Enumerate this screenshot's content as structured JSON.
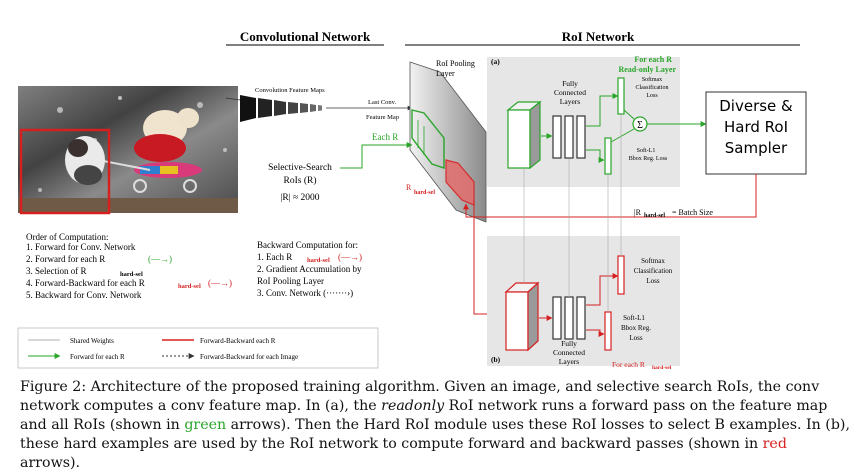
{
  "headers": {
    "conv_network": "Convolutional Network",
    "roi_network": "RoI Network"
  },
  "labels": {
    "conv_feature_maps": "Convolution Feature Maps",
    "last_conv_1": "Last Conv.",
    "last_conv_2": "Feature Map",
    "roi_pool_1": "RoI Pooling",
    "roi_pool_2": "Layer",
    "each_r": "Each R",
    "ss_1": "Selective-Search",
    "ss_2": "RoIs (R)",
    "ss_3": "|R| ≈ 2000",
    "r_hard_sel": "R",
    "r_hard_sel_sub": "hard-sel",
    "panel_a": "(a)",
    "panel_b": "(b)",
    "for_each_r": "For each R",
    "readonly_layer": "Read-only Layer",
    "fc_a_1": "Fully",
    "fc_a_2": "Connected",
    "fc_a_3": "Layers",
    "softmax_a_1": "Softmax",
    "softmax_a_2": "Classification",
    "softmax_a_3": "Loss",
    "softl1_a_1": "Soft-L1",
    "softl1_a_2": "Bbox Reg. Loss",
    "sum_symbol": "Σ",
    "sampler_1": "Diverse &",
    "sampler_2": "Hard RoI",
    "sampler_3": "Sampler",
    "batch_size": "= Batch Size",
    "batch_r": "|R",
    "batch_sub": "hard-sel",
    "softmax_b_1": "Softmax",
    "softmax_b_2": "Classification",
    "softmax_b_3": "Loss",
    "softl1_b_1": "Soft-L1",
    "softl1_b_2": "Bbox Reg.",
    "softl1_b_3": "Loss",
    "fc_b_1": "Fully",
    "fc_b_2": "Connected",
    "fc_b_3": "Layers",
    "for_each_hard": "For each R",
    "for_each_hard_sub": "hard-sel"
  },
  "order": {
    "title": "Order of Computation:",
    "items": [
      "1.  Forward for Conv. Network",
      "2.  Forward for each R",
      "3.  Selection of R",
      "4.  Forward-Backward for each R",
      "5.  Backward for Conv. Network"
    ],
    "item3_sub": "hard-sel",
    "item4_sub": "hard-sel"
  },
  "backward": {
    "title": "Backward Computation for:",
    "items": [
      "1.  Each R",
      "2.  Gradient Accumulation by",
      "     RoI Pooling Layer",
      "3.  Conv. Network (·······›)"
    ],
    "item1_sub": "hard-sel"
  },
  "legend": {
    "shared": "Shared Weights",
    "forward_each": "Forward for each R",
    "fb_each": "Forward-Backward each R",
    "fb_image": "Forward-Backward for each Image"
  },
  "caption": {
    "p1": "Figure 2: Architecture of the proposed training algorithm.  Given an image, and selective search RoIs, the conv network computes a conv feature map. In (a), the ",
    "readonly": "readonly",
    "p2": " RoI network runs a forward pass on the feature map and all RoIs (shown in ",
    "green": "green",
    "p3": " arrows). Then the Hard RoI module uses these RoI losses to select B examples. In (b), these hard examples are used by the RoI network to compute forward and backward passes (shown in ",
    "red": "red",
    "p4": " arrows)."
  },
  "colors": {
    "green": "#2aa52a",
    "red": "#d62020",
    "panel": "#e6e6e6"
  }
}
